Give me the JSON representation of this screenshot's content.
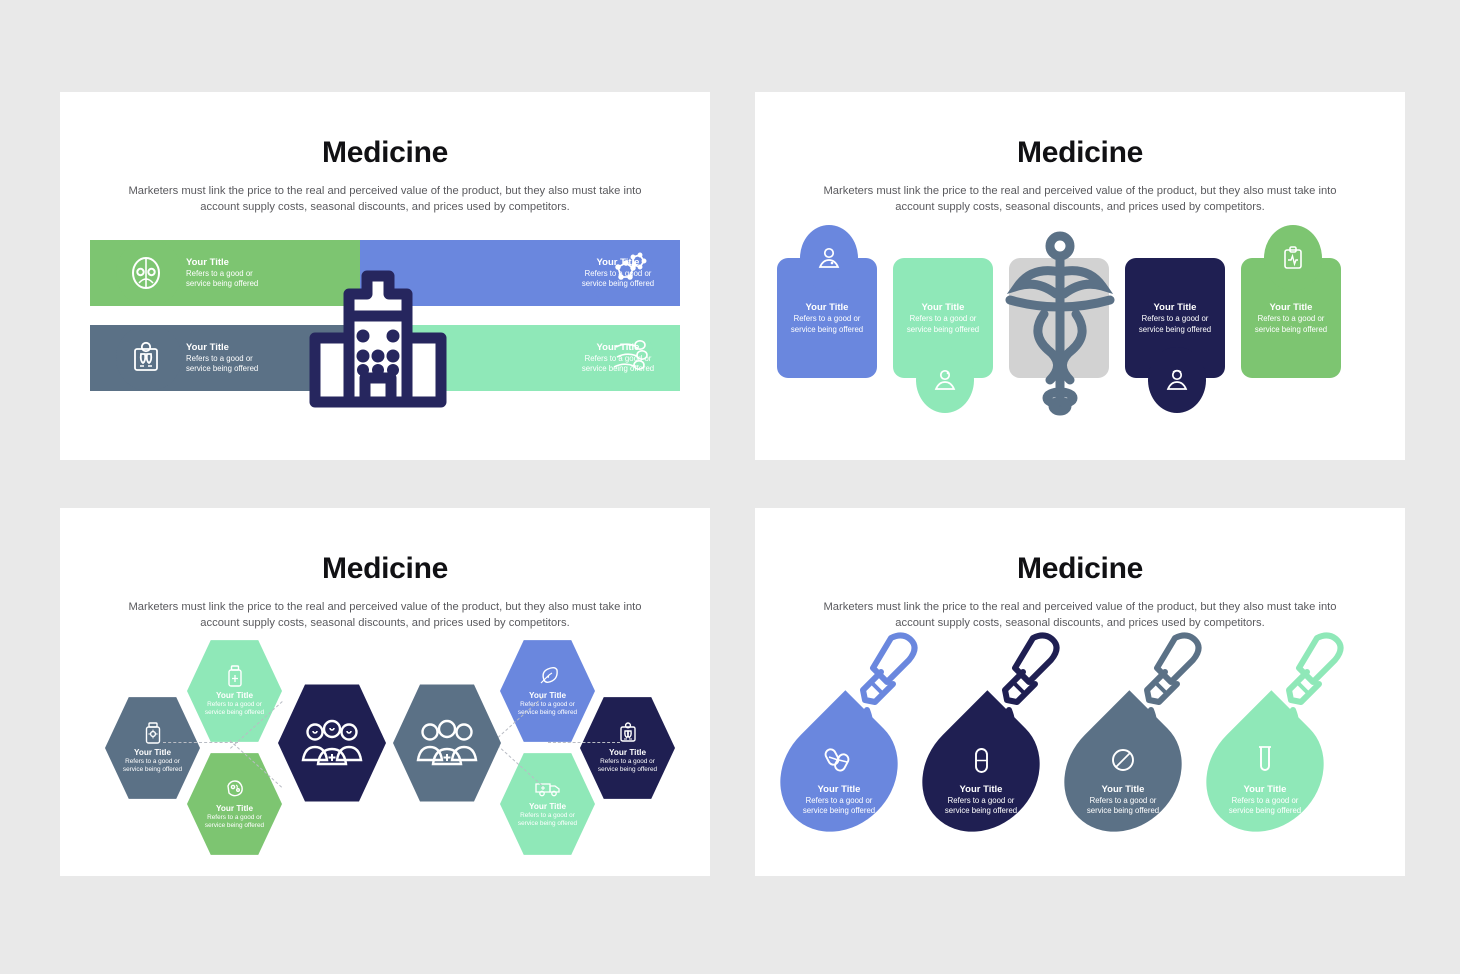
{
  "page": {
    "background_color": "#e9e9e9",
    "slide_background": "#ffffff"
  },
  "palette": {
    "green": "#7dc571",
    "blue": "#6a87de",
    "slate": "#5b7186",
    "mint": "#8fe8b8",
    "navy": "#1f1f52",
    "gray": "#d2d2d2",
    "title_color": "#111114",
    "subtitle_color": "#5a5a5e",
    "dash_color": "#b9bcc4",
    "white": "#ffffff"
  },
  "common": {
    "title": "Medicine",
    "subtitle": "Marketers must link the price to the real and perceived value of the product, but they also must take into account supply costs, seasonal discounts, and prices used by competitors.",
    "item_title": "Your Title",
    "item_desc_line1": "Refers to a good or",
    "item_desc_line2": "service being offered"
  },
  "slide1": {
    "name": "ribbon-infographic",
    "center_icon": "hospital-icon",
    "items": [
      {
        "title": "Your Title",
        "desc_line1": "Refers to a good or",
        "desc_line2": "service being offered",
        "color": "#7dc571",
        "icon": "lungs-icon",
        "side": "left",
        "row": "top"
      },
      {
        "title": "Your Title",
        "desc_line1": "Refers to a good or",
        "desc_line2": "service being offered",
        "color": "#6a87de",
        "icon": "molecule-icon",
        "side": "right",
        "row": "top"
      },
      {
        "title": "Your Title",
        "desc_line1": "Refers to a good or",
        "desc_line2": "service being offered",
        "color": "#5b7186",
        "icon": "xray-chest-icon",
        "side": "left",
        "row": "bottom"
      },
      {
        "title": "Your Title",
        "desc_line1": "Refers to a good or",
        "desc_line2": "service being offered",
        "color": "#8fe8b8",
        "icon": "sperm-cells-icon",
        "side": "right",
        "row": "bottom"
      }
    ]
  },
  "slide2": {
    "name": "rounded-cards-infographic",
    "center_icon": "caduceus-icon",
    "items": [
      {
        "title": "Your Title",
        "desc_line1": "Refers to a good or",
        "desc_line2": "service being offered",
        "color": "#6a87de",
        "badge_icon": "patient-portrait-icon",
        "badge_position": "top"
      },
      {
        "title": "Your Title",
        "desc_line1": "Refers to a good or",
        "desc_line2": "service being offered",
        "color": "#8fe8b8",
        "badge_icon": "patient-portrait-icon",
        "badge_position": "bottom"
      },
      {
        "title": "",
        "desc_line1": "",
        "desc_line2": "",
        "color": "#d2d2d2",
        "badge_icon": "",
        "badge_position": "none"
      },
      {
        "title": "Your Title",
        "desc_line1": "Refers to a good or",
        "desc_line2": "service being offered",
        "color": "#1f1f52",
        "badge_icon": "doctor-portrait-icon",
        "badge_position": "bottom"
      },
      {
        "title": "Your Title",
        "desc_line1": "Refers to a good or",
        "desc_line2": "service being offered",
        "color": "#7dc571",
        "badge_icon": "clipboard-ecg-icon",
        "badge_position": "top"
      }
    ]
  },
  "slide3": {
    "name": "hexagon-infographic",
    "center_hexes": [
      {
        "color": "#1f1f52",
        "icon": "medical-team-happy-icon"
      },
      {
        "color": "#5b7186",
        "icon": "medical-team-icon"
      }
    ],
    "items": [
      {
        "title": "Your Title",
        "desc_line1": "Refers to a good or",
        "desc_line2": "service being offered",
        "color": "#8fe8b8",
        "icon": "vaccine-bottle-icon",
        "position": "top-left"
      },
      {
        "title": "Your Title",
        "desc_line1": "Refers to a good or",
        "desc_line2": "service being offered",
        "color": "#5b7186",
        "icon": "medicine-bottle-icon",
        "position": "mid-left"
      },
      {
        "title": "Your Title",
        "desc_line1": "Refers to a good or",
        "desc_line2": "service being offered",
        "color": "#7dc571",
        "icon": "virus-icon",
        "position": "bottom-left"
      },
      {
        "title": "Your Title",
        "desc_line1": "Refers to a good or",
        "desc_line2": "service being offered",
        "color": "#6a87de",
        "icon": "leaf-medicine-icon",
        "position": "top-right"
      },
      {
        "title": "Your Title",
        "desc_line1": "Refers to a good or",
        "desc_line2": "service being offered",
        "color": "#1f1f52",
        "icon": "xray-chest-icon",
        "position": "mid-right"
      },
      {
        "title": "Your Title",
        "desc_line1": "Refers to a good or",
        "desc_line2": "service being offered",
        "color": "#8fe8b8",
        "icon": "ambulance-icon",
        "position": "bottom-right"
      }
    ]
  },
  "slide4": {
    "name": "droplet-infographic",
    "items": [
      {
        "title": "Your Title",
        "desc_line1": "Refers to a good or",
        "desc_line2": "service being offered",
        "color": "#6a87de",
        "icon": "capsules-icon",
        "dropper_icon": "dropper-icon"
      },
      {
        "title": "Your Title",
        "desc_line1": "Refers to a good or",
        "desc_line2": "service being offered",
        "color": "#1f1f52",
        "icon": "capsule-icon",
        "dropper_icon": "dropper-icon"
      },
      {
        "title": "Your Title",
        "desc_line1": "Refers to a good or",
        "desc_line2": "service being offered",
        "color": "#5b7186",
        "icon": "pill-icon",
        "dropper_icon": "dropper-icon"
      },
      {
        "title": "Your Title",
        "desc_line1": "Refers to a good or",
        "desc_line2": "service being offered",
        "color": "#8fe8b8",
        "icon": "test-tube-icon",
        "dropper_icon": "dropper-icon"
      }
    ]
  }
}
